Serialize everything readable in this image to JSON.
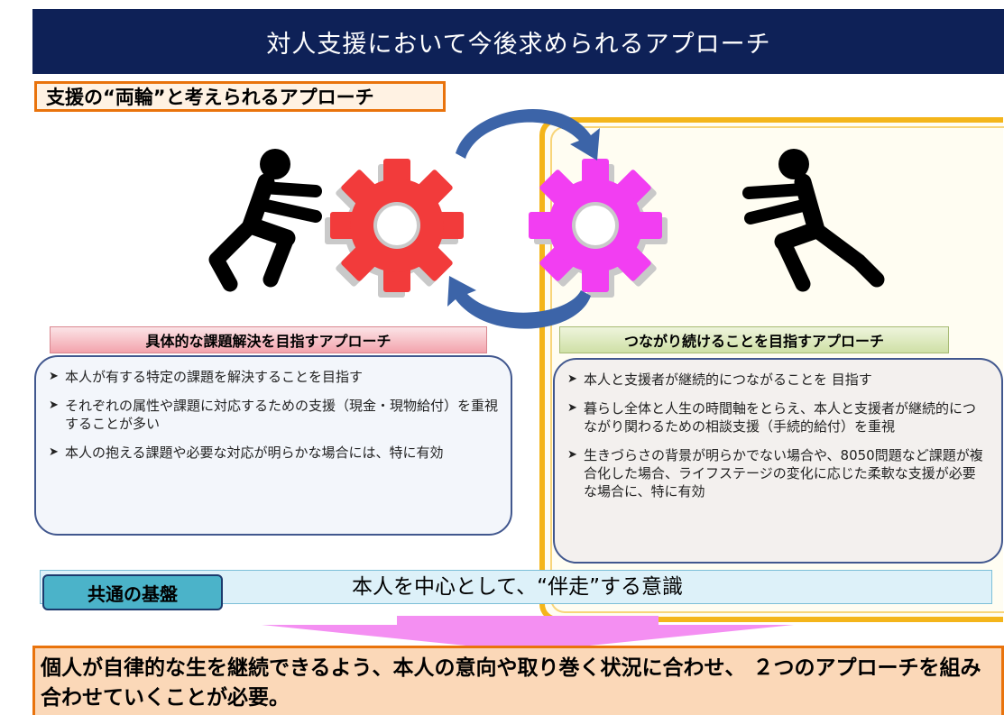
{
  "title": "対人支援において今後求められるアプローチ",
  "subtitle": "支援の“両輪”と考えられるアプローチ",
  "left_panel": {
    "label": "具体的な課題解決を目指すアプローチ",
    "bullets": [
      "本人が有する特定の課題を解決することを目指す",
      "それぞれの属性や課題に対応するための支援（現金・現物給付）を重視することが多い",
      "本人の抱える課題や必要な対応が明らかな場合には、特に有効"
    ]
  },
  "right_panel": {
    "label": "つながり続けることを目指すアプローチ",
    "bullets": [
      "本人と支援者が継続的につながることを 目指す",
      "暮らし全体と人生の時間軸をとらえ、本人と支援者が継続的につながり関わるための相談支援（手続的給付）を重視",
      "生きづらさの背景が明らかでない場合や、8050問題など課題が複合化した場合、ライフステージの変化に応じた柔軟な支援が必要な場合に、特に有効"
    ]
  },
  "common": {
    "label": "共通の基盤",
    "text": "本人を中心として、“伴走”する意識"
  },
  "conclusion": "個人が自律的な生を継続できるよう、本人の意向や取り巻く状況に合わせ、 ２つのアプローチを組み合わせていくことが必要。",
  "colors": {
    "title_bg": "#0e2157",
    "left_gear": "#f23b3b",
    "right_gear": "#f23ef2",
    "gear_shadow": "#c9c9c9",
    "cycle_arrow": "#3c64a8",
    "frame": "#f4b51a",
    "arrow_down": "#f48ff2"
  },
  "icons": {
    "left_person": "pushing-person-icon",
    "right_person": "pushing-person-icon",
    "left_gear": "gear-icon",
    "right_gear": "gear-icon",
    "cycle": "cycle-arrows-icon",
    "bullet": "arrowhead-bullet-icon"
  }
}
